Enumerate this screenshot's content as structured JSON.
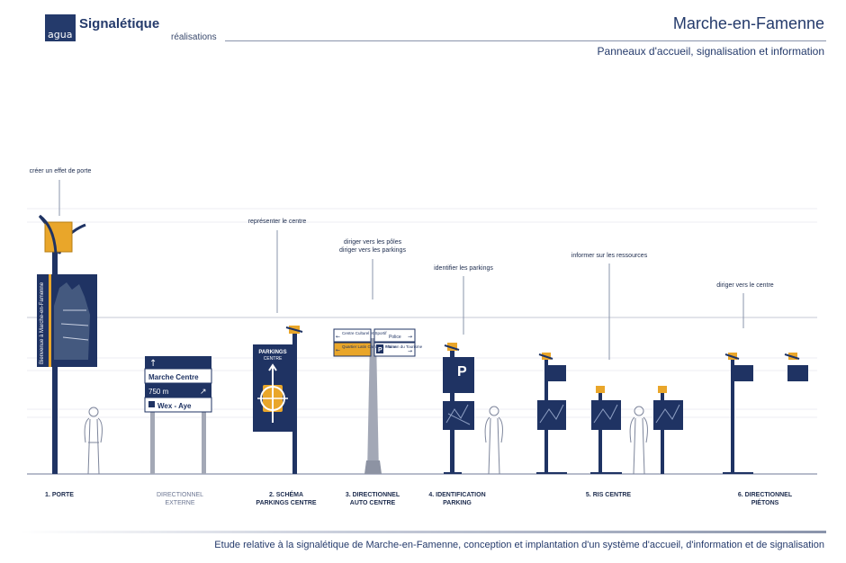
{
  "header": {
    "logo_text": "agua",
    "brand": "Signalétique",
    "subbrand": "réalisations",
    "city": "Marche-en-Famenne",
    "city_subtitle": "Panneaux d'accueil, signalisation et information"
  },
  "footer": {
    "text": "Etude relative à la signalétique de Marche-en-Famenne, conception et implantation d'un système d'accueil, d'information et de signalisation"
  },
  "annotations": {
    "porte": "créer un effet de porte",
    "centre": "représenter le centre",
    "poles_1": "diriger vers les pôles",
    "poles_2": "diriger vers les parkings",
    "parkings": "identifier les parkings",
    "ressources": "informer sur les ressources",
    "pietons": "diriger vers le centre"
  },
  "captions": {
    "porte": "1. PORTE",
    "externe_1": "DIRECTIONNEL",
    "externe_2": "EXTERNE",
    "schema_1": "2. SCHÉMA",
    "schema_2": "PARKINGS CENTRE",
    "auto_1": "3. DIRECTIONNEL",
    "auto_2": "AUTO CENTRE",
    "ident_1": "4. IDENTIFICATION",
    "ident_2": "PARKING",
    "ris": "5. RIS CENTRE",
    "pietons_1": "6. DIRECTIONNEL",
    "pietons_2": "PIÉTONS"
  },
  "signs": {
    "porte_banner": "Bienvenue à Marche-en-Famenne",
    "externe_arrow": "↑",
    "externe_row1": "Marche Centre",
    "externe_row2": "750 m",
    "externe_row2_arrow": "↗",
    "externe_row3": "Wex - Aye",
    "schema_title": "PARKINGS",
    "schema_sub": "CENTRE",
    "auto_l1": "Centre Culturel et Sportif",
    "auto_l2": "Quartier Latin Camping Plaine",
    "auto_r1": "Police",
    "auto_r2": "Maison du Tourisme",
    "parking_letter": "P"
  },
  "colors": {
    "navy": "#1f3363",
    "amber": "#e9a62a",
    "ground": "#b7bccb"
  }
}
